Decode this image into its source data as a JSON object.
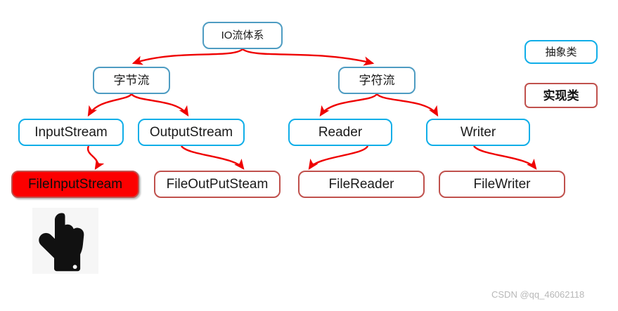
{
  "diagram": {
    "title": "IO流体系",
    "nodes": {
      "root": {
        "label": "IO流体系",
        "type": "abstract"
      },
      "byte_stream": {
        "label": "字节流",
        "type": "abstract"
      },
      "char_stream": {
        "label": "字符流",
        "type": "abstract"
      },
      "input_stream": {
        "label": "InputStream",
        "type": "abstract"
      },
      "output_stream": {
        "label": "OutputStream",
        "type": "abstract"
      },
      "reader": {
        "label": "Reader",
        "type": "abstract"
      },
      "writer": {
        "label": "Writer",
        "type": "abstract"
      },
      "file_input_stream": {
        "label": "FileInputStream",
        "type": "implementation",
        "highlighted": true
      },
      "file_output_steam": {
        "label": "FileOutPutSteam",
        "type": "implementation",
        "highlighted": false
      },
      "file_reader": {
        "label": "FileReader",
        "type": "implementation",
        "highlighted": false
      },
      "file_writer": {
        "label": "FileWriter",
        "type": "implementation",
        "highlighted": false
      }
    },
    "legend": {
      "abstract": {
        "label": "抽象类",
        "color": "#10aee8"
      },
      "implementation": {
        "label": "实现类",
        "color": "#c0514d"
      }
    },
    "edges": [
      {
        "from": "root",
        "to": "byte_stream"
      },
      {
        "from": "root",
        "to": "char_stream"
      },
      {
        "from": "byte_stream",
        "to": "input_stream"
      },
      {
        "from": "byte_stream",
        "to": "output_stream"
      },
      {
        "from": "char_stream",
        "to": "reader"
      },
      {
        "from": "char_stream",
        "to": "writer"
      },
      {
        "from": "input_stream",
        "to": "file_input_stream"
      },
      {
        "from": "output_stream",
        "to": "file_output_steam"
      },
      {
        "from": "reader",
        "to": "file_reader"
      },
      {
        "from": "writer",
        "to": "file_writer"
      }
    ],
    "connector_color": "#ef0000"
  },
  "cursor": {
    "icon": "pointing-hand-icon"
  },
  "watermark": {
    "text": "CSDN @qq_46062118"
  }
}
